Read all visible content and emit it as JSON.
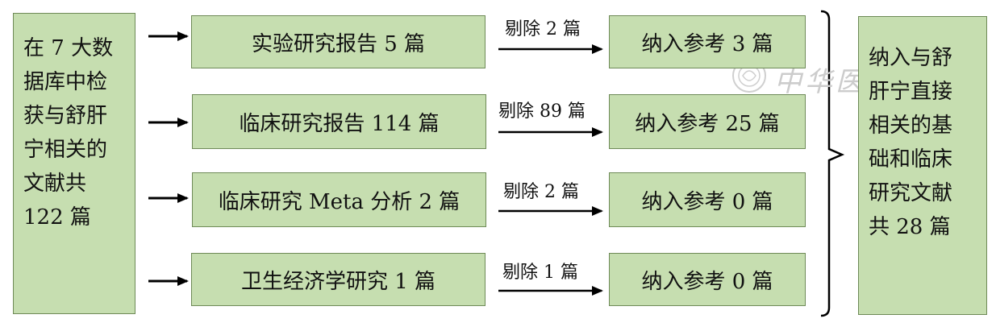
{
  "source_box": {
    "lines": [
      "在 7 大数",
      "据库中检",
      "获与舒肝",
      "宁相关的",
      "文献共",
      "122 篇"
    ]
  },
  "rows": [
    {
      "category": "实验研究报告 5 篇",
      "excluded": "剔除 2 篇",
      "included": "纳入参考 3 篇"
    },
    {
      "category": "临床研究报告 114 篇",
      "excluded": "剔除 89 篇",
      "included": "纳入参考 25 篇"
    },
    {
      "category": "临床研究 Meta 分析 2 篇",
      "excluded": "剔除 2 篇",
      "included": "纳入参考 0 篇"
    },
    {
      "category": "卫生经济学研究 1 篇",
      "excluded": "剔除 1 篇",
      "included": "纳入参考 0 篇"
    }
  ],
  "result_box": {
    "lines": [
      "纳入与舒",
      "肝宁直接",
      "相关的基",
      "础和临床",
      "研究文献",
      "共 28 篇"
    ]
  },
  "watermark": {
    "text": "中华医学会"
  },
  "colors": {
    "box_fill": "#c6deb0",
    "box_border": "#6e8a57",
    "line": "#000000"
  }
}
